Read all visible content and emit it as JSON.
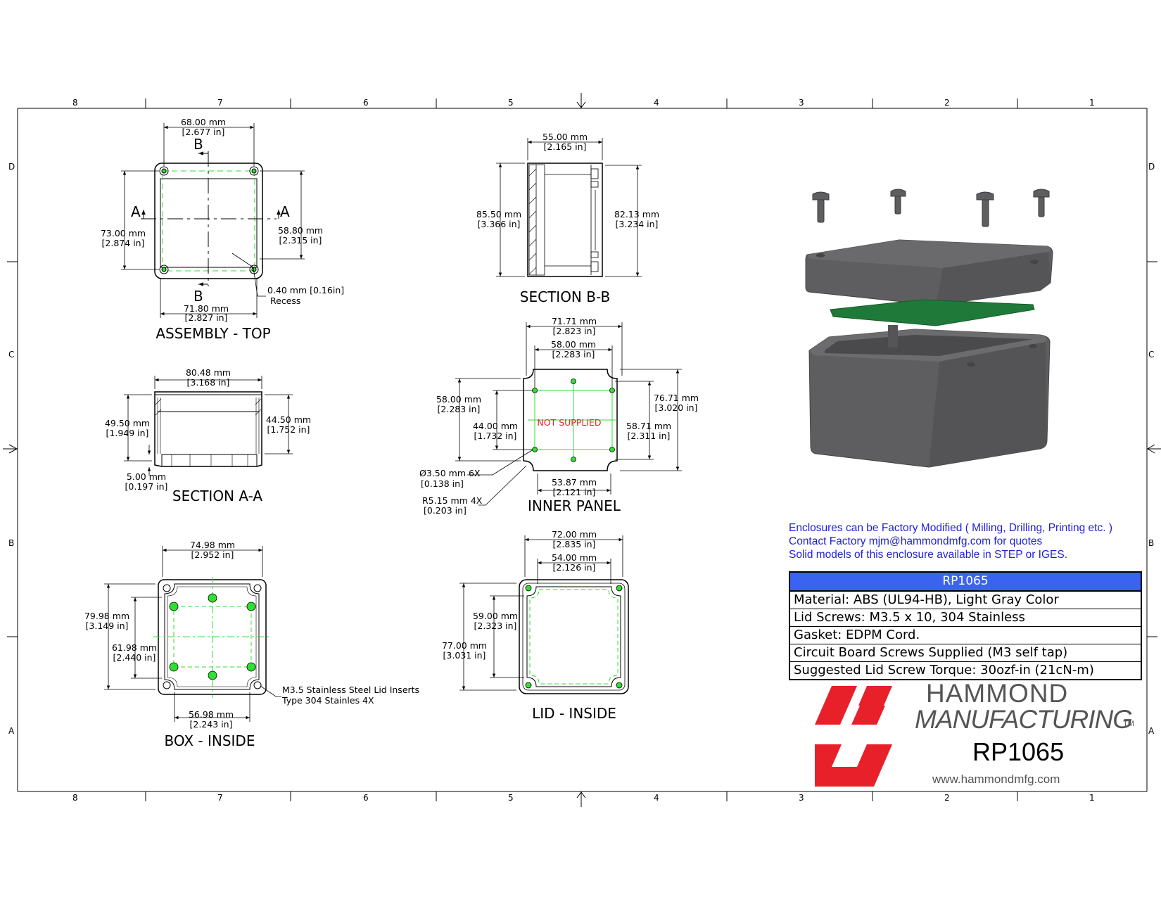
{
  "zones": {
    "columns": [
      "8",
      "7",
      "6",
      "5",
      "4",
      "3",
      "2",
      "1"
    ],
    "rows": [
      "D",
      "C",
      "B",
      "A"
    ]
  },
  "views": {
    "assembly_top": {
      "title": "ASSEMBLY - TOP",
      "width_mm": "68.00 mm",
      "width_in": "[2.677 in]",
      "height_mm": "73.00 mm",
      "height_in": "[2.874 in]",
      "inner_h_mm": "58.80 mm",
      "inner_h_in": "[2.315 in]",
      "bottom_mm": "71.80 mm",
      "bottom_in": "[2.827 in]",
      "recess_mm": "0.40 mm [0.16in]",
      "recess_label": "Recess",
      "section_a": "A",
      "section_b": "B"
    },
    "section_bb": {
      "title": "SECTION  B-B",
      "width_mm": "55.00 mm",
      "width_in": "[2.165 in]",
      "left_mm": "85.50 mm",
      "left_in": "[3.366 in]",
      "right_mm": "82.13 mm",
      "right_in": "[3.234 in]"
    },
    "section_aa": {
      "title": "SECTION  A-A",
      "width_mm": "80.48 mm",
      "width_in": "[3.168 in]",
      "left_mm": "49.50 mm",
      "left_in": "[1.949 in]",
      "right_mm": "44.50 mm",
      "right_in": "[1.752 in]",
      "base_mm": "5.00 mm",
      "base_in": "[0.197 in]"
    },
    "inner_panel": {
      "title": "INNER PANEL",
      "note": "NOT SUPPLIED",
      "outer_w_mm": "71.71 mm",
      "outer_w_in": "[2.823 in]",
      "inner_w_mm": "58.00 mm",
      "inner_w_in": "[2.283 in]",
      "left_mm": "58.00 mm",
      "left_in": "[2.283 in]",
      "hole_sp_mm": "44.00 mm",
      "hole_sp_in": "[1.732 in]",
      "right_outer_mm": "76.71 mm",
      "right_outer_in": "[3.020 in]",
      "right_inner_mm": "58.71 mm",
      "right_inner_in": "[2.311 in]",
      "bottom_mm": "53.87 mm",
      "bottom_in": "[2.121 in]",
      "hole_mm": "Ø3.50 mm  6X",
      "hole_in": "[0.138 in]",
      "radius_mm": "R5.15 mm 4X",
      "radius_in": "[0.203 in]"
    },
    "box_inside": {
      "title": "BOX - INSIDE",
      "width_mm": "74.98 mm",
      "width_in": "[2.952 in]",
      "height_mm": "79.98 mm",
      "height_in": "[3.149 in]",
      "inner_h_mm": "61.98 mm",
      "inner_h_in": "[2.440 in]",
      "bottom_mm": "56.98 mm",
      "bottom_in": "[2.243 in]",
      "insert_note1": "M3.5  Stainless Steel Lid Inserts",
      "insert_note2": "Type 304 Stainles  4X"
    },
    "lid_inside": {
      "title": "LID - INSIDE",
      "outer_w_mm": "72.00 mm",
      "outer_w_in": "[2.835 in]",
      "inner_w_mm": "54.00 mm",
      "inner_w_in": "[2.126 in]",
      "inner_h_mm": "59.00 mm",
      "inner_h_in": "[2.323 in]",
      "outer_h_mm": "77.00 mm",
      "outer_h_in": "[3.031 in]"
    }
  },
  "notes": [
    "Enclosures can be Factory Modified ( Milling, Drilling, Printing etc. )",
    "Contact Factory mjm@hammondmfg.com for quotes",
    "Solid models of this enclosure available in STEP or IGES."
  ],
  "spec_table": {
    "header": "RP1065",
    "rows": [
      "Material: ABS (UL94-HB),  Light Gray Color",
      "Lid Screws: M3.5 x 10,  304 Stainless",
      "Gasket: EDPM Cord.",
      "Circuit Board Screws Supplied (M3 self tap)",
      "Suggested Lid Screw Torque: 30ozf-in (21cN-m)"
    ]
  },
  "logo": {
    "name_line1": "HAMMOND",
    "name_line2": "MANUFACTURING",
    "tm": "TM",
    "part": "RP1065",
    "url": "www.hammondmfg.com"
  },
  "colors": {
    "line": "#000000",
    "green": "#33dd33",
    "red_note": "#e8202a",
    "logo_red": "#e8202a",
    "table_header": "#3a63f0",
    "note_blue": "#1f1fd6",
    "enclosure": "#5e5e60",
    "pcb": "#1f7a3a"
  }
}
